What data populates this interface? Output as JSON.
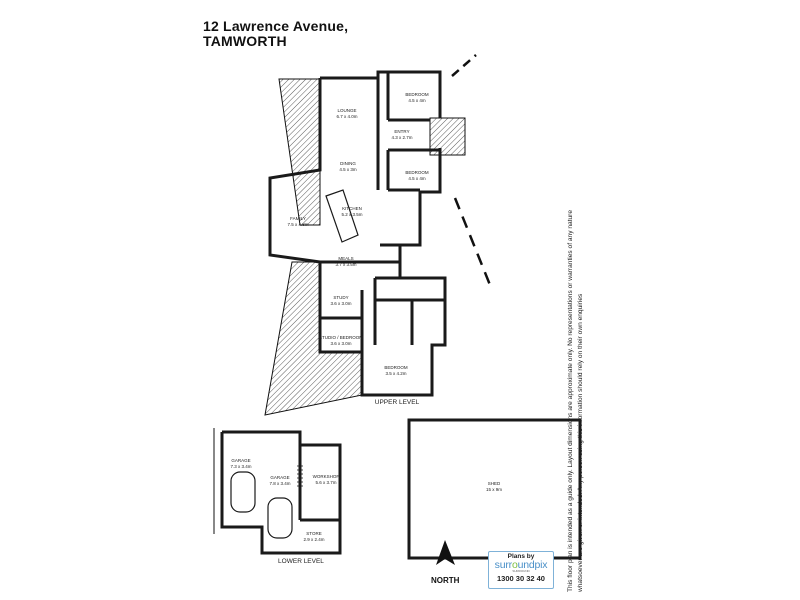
{
  "header": {
    "line1": "12 Lawrence Avenue,",
    "line2": "TAMWORTH"
  },
  "levels": {
    "upper": "UPPER LEVEL",
    "lower": "LOWER LEVEL"
  },
  "rooms": {
    "lounge": {
      "name": "LOUNGE",
      "dims": "6.7 x 4.0m"
    },
    "bedroom1": {
      "name": "BEDROOM",
      "dims": "4.5 x 4m"
    },
    "entry": {
      "name": "ENTRY",
      "dims": "4.3 x 2.7m"
    },
    "dining": {
      "name": "DINING",
      "dims": "4.5 x 3m"
    },
    "bedroom2": {
      "name": "BEDROOM",
      "dims": "4.5 x 4m"
    },
    "kitchen": {
      "name": "KITCHEN",
      "dims": "5.2 x 3.5m"
    },
    "family": {
      "name": "FAMILY",
      "dims": "7.5 x 4.8m"
    },
    "meals": {
      "name": "MEALS",
      "dims": "3.7 x 3.5m"
    },
    "study": {
      "name": "STUDY",
      "dims": "3.6 x 3.0m"
    },
    "studio": {
      "name": "STUDIO / BEDROOM",
      "dims": "3.6 x 3.0m"
    },
    "bedroom3": {
      "name": "BEDROOM",
      "dims": "3.5 x 4.2m"
    },
    "garage1": {
      "name": "GARAGE",
      "dims": "7.3 x 3.4m"
    },
    "garage2": {
      "name": "GARAGE",
      "dims": "7.8 x 3.4m"
    },
    "workshop": {
      "name": "WORKSHOP",
      "dims": "5.6 x 3.7m"
    },
    "store": {
      "name": "STORE",
      "dims": "2.9 x 2.4m"
    },
    "shed": {
      "name": "SHED",
      "dims": "15 x 9m"
    }
  },
  "compass": {
    "label": "NORTH"
  },
  "logo": {
    "plans_by": "Plans by",
    "brand_a": "surr",
    "brand_b": "o",
    "brand_c": "undpix",
    "sub": "SURROUND",
    "phone": "1300 30 32 40"
  },
  "disclaimer": {
    "line1": "This floor plan is intended as a guide only. Layout dimensions are approximate only. No representations or warranties of any nature",
    "line2": "whatsoever are given or intended. Any person using this information should rely on their own enquiries"
  },
  "colors": {
    "walls": "#1a1a1a",
    "hatch": "#333333",
    "logo_blue": "#4a90c8",
    "logo_green": "#7cbf3f"
  }
}
